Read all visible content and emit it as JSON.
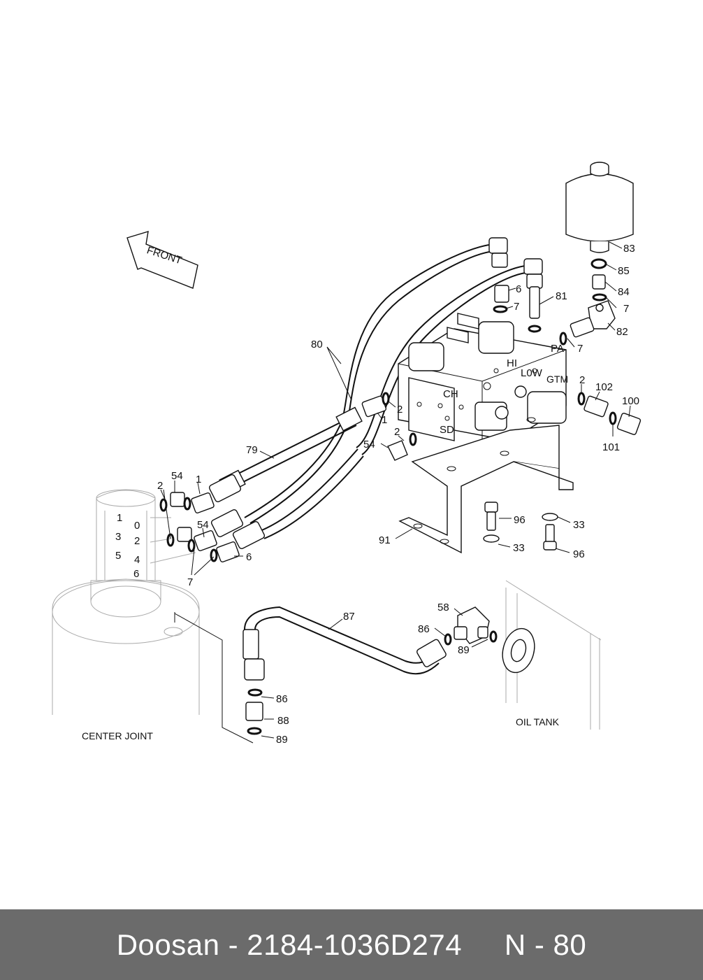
{
  "diagram": {
    "direction_label": "FRONT",
    "port_labels": {
      "ch": "CH",
      "sd": "SD",
      "pa": "PA",
      "hi": "HI",
      "low": "L0W",
      "gtm": "GTM"
    },
    "center_joint_ports": [
      "1",
      "0",
      "3",
      "2",
      "5",
      "4",
      "6"
    ],
    "captions": {
      "center_joint": "CENTER JOINT",
      "oil_tank": "OIL TANK"
    },
    "part_numbers": {
      "p83": "83",
      "p85": "85",
      "p84": "84",
      "p7a": "7",
      "p82": "82",
      "p7b": "7",
      "p6a": "6",
      "p7c": "7",
      "p81": "81",
      "p80": "80",
      "p2a": "2",
      "p1a": "1",
      "p2b": "2",
      "p54a": "54",
      "p2c": "2",
      "p102": "102",
      "p100": "100",
      "p101": "101",
      "p79": "79",
      "p54b": "54",
      "p1b": "1",
      "p2d": "2",
      "p54c": "54",
      "p6b": "6",
      "p7d": "7",
      "p96a": "96",
      "p33a": "33",
      "p91": "91",
      "p33b": "33",
      "p96b": "96",
      "p87": "87",
      "p58": "58",
      "p86a": "86",
      "p89a": "89",
      "p86b": "86",
      "p88": "88",
      "p89b": "89"
    }
  },
  "footer": {
    "text": "Doosan - 2184-1036D274     N - 80"
  }
}
